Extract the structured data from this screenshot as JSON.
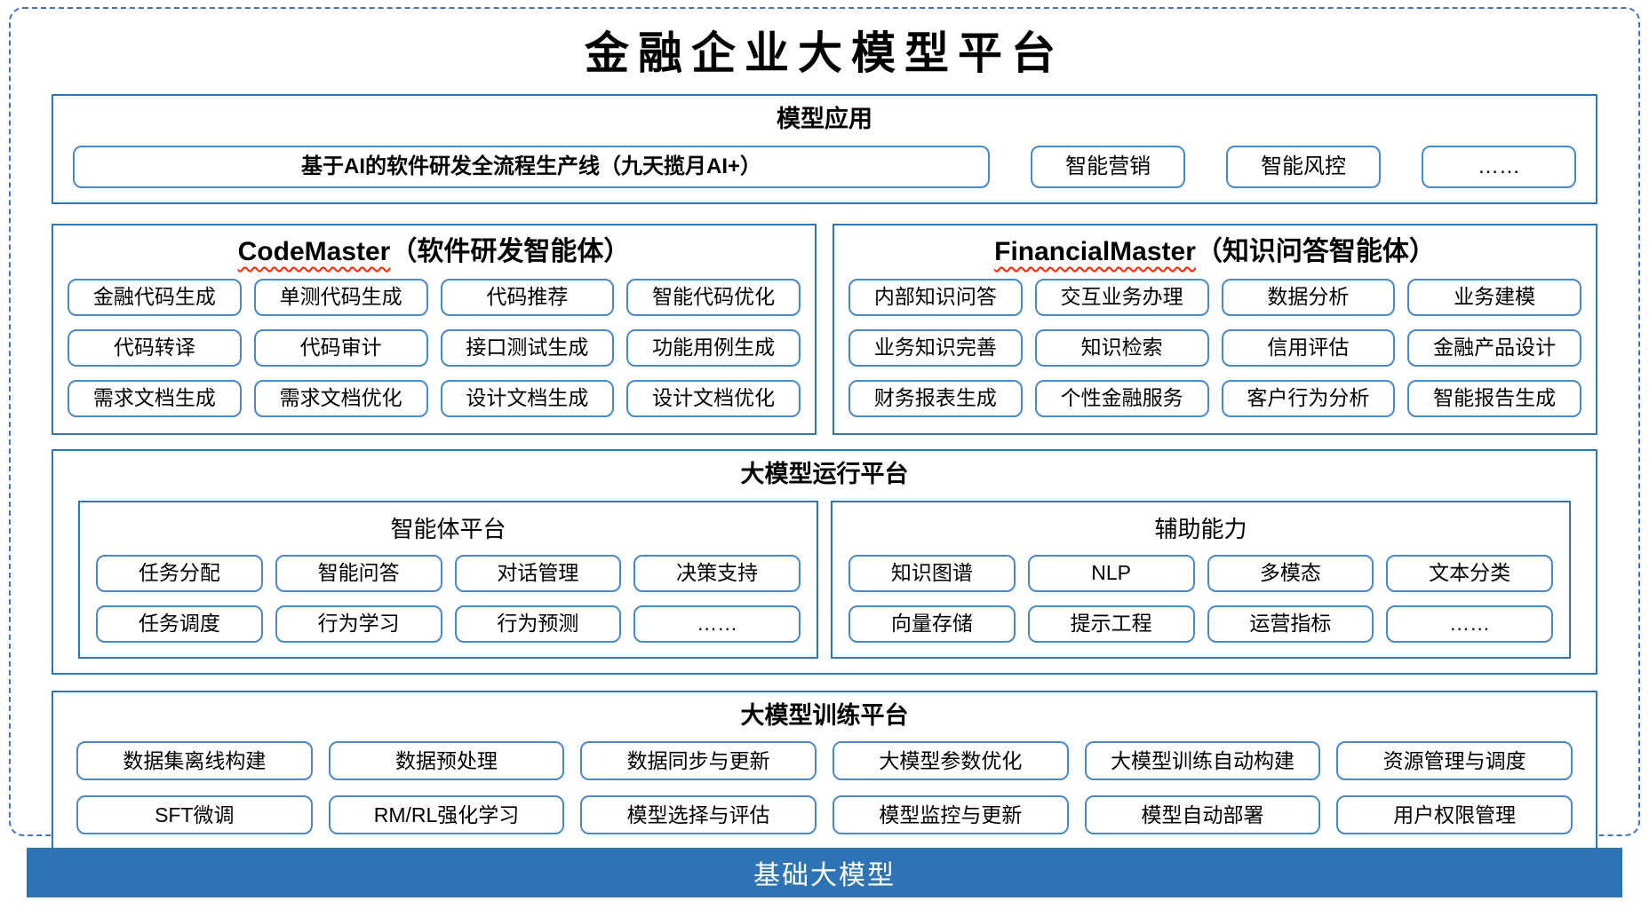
{
  "title": "金融企业大模型平台",
  "colors": {
    "section_border": "#2E75B6",
    "item_border": "#4A89C8",
    "dashed_border": "#4472C4",
    "footer_bg": "#2E74B5",
    "squiggle_red": "#FF2600"
  },
  "model_app": {
    "title": "模型应用",
    "main_item": "基于AI的软件研发全流程生产线（九天揽月AI+）",
    "items": [
      "智能营销",
      "智能风控",
      "……"
    ]
  },
  "code_master": {
    "title_en": "CodeMaster",
    "title_zh": "（软件研发智能体）",
    "items": [
      "金融代码生成",
      "单测代码生成",
      "代码推荐",
      "智能代码优化",
      "代码转译",
      "代码审计",
      "接口测试生成",
      "功能用例生成",
      "需求文档生成",
      "需求文档优化",
      "设计文档生成",
      "设计文档优化"
    ]
  },
  "financial_master": {
    "title_en": "FinancialMaster",
    "title_zh": "（知识问答智能体）",
    "items": [
      "内部知识问答",
      "交互业务办理",
      "数据分析",
      "业务建模",
      "业务知识完善",
      "知识检索",
      "信用评估",
      "金融产品设计",
      "财务报表生成",
      "个性金融服务",
      "客户行为分析",
      "智能报告生成"
    ]
  },
  "runtime_platform": {
    "title": "大模型运行平台",
    "agent_platform": {
      "title": "智能体平台",
      "items": [
        "任务分配",
        "智能问答",
        "对话管理",
        "决策支持",
        "任务调度",
        "行为学习",
        "行为预测",
        "……"
      ]
    },
    "auxiliary": {
      "title": "辅助能力",
      "items": [
        "知识图谱",
        "NLP",
        "多模态",
        "文本分类",
        "向量存储",
        "提示工程",
        "运营指标",
        "……"
      ]
    }
  },
  "training_platform": {
    "title": "大模型训练平台",
    "items": [
      "数据集离线构建",
      "数据预处理",
      "数据同步与更新",
      "大模型参数优化",
      "大模型训练自动构建",
      "资源管理与调度",
      "SFT微调",
      "RM/RL强化学习",
      "模型选择与评估",
      "模型监控与更新",
      "模型自动部署",
      "用户权限管理"
    ]
  },
  "foundation": {
    "label": "基础大模型"
  }
}
